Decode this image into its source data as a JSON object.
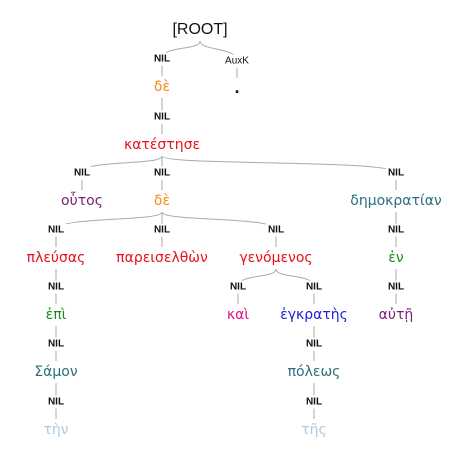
{
  "colors": {
    "edge": "#aaaaaa",
    "root": "#111111",
    "label": "#111111"
  },
  "tree": {
    "root": "[ROOT]",
    "nodes": [
      {
        "id": "de1",
        "word": "δὲ",
        "rel": "NIL",
        "parent": "root",
        "color": "#f28c12"
      },
      {
        "id": "period",
        "word": ".",
        "rel": "AuxK",
        "parent": "root",
        "color": "#111111"
      },
      {
        "id": "katestese",
        "word": "κατέστησε",
        "rel": "NIL",
        "parent": "de1",
        "color": "#e8101a"
      },
      {
        "id": "houtos",
        "word": "οὗτος",
        "rel": "NIL",
        "parent": "katestese",
        "color": "#7a1f78"
      },
      {
        "id": "de2",
        "word": "δὲ",
        "rel": "NIL",
        "parent": "katestese",
        "color": "#f28c12"
      },
      {
        "id": "demokratian",
        "word": "δημοκρατίαν",
        "rel": "NIL",
        "parent": "katestese",
        "color": "#2a6f7c"
      },
      {
        "id": "pleusas",
        "word": "πλεύσας",
        "rel": "NIL",
        "parent": "de2",
        "color": "#e8101a"
      },
      {
        "id": "pareiselthon",
        "word": "παρεισελθὼν",
        "rel": "NIL",
        "parent": "de2",
        "color": "#e8101a"
      },
      {
        "id": "genomenos",
        "word": "γενόμενος",
        "rel": "NIL",
        "parent": "de2",
        "color": "#e8101a"
      },
      {
        "id": "en",
        "word": "ἐν",
        "rel": "NIL",
        "parent": "demokratian",
        "color": "#1f8a1f"
      },
      {
        "id": "epi",
        "word": "ἐπὶ",
        "rel": "NIL",
        "parent": "pleusas",
        "color": "#1f8a1f"
      },
      {
        "id": "kai",
        "word": "καὶ",
        "rel": "NIL",
        "parent": "genomenos",
        "color": "#e6108c"
      },
      {
        "id": "enkrates",
        "word": "ἐγκρατὴς",
        "rel": "NIL",
        "parent": "genomenos",
        "color": "#1f1fd6"
      },
      {
        "id": "aute",
        "word": "αὐτῇ",
        "rel": "NIL",
        "parent": "en",
        "color": "#7a1f78"
      },
      {
        "id": "samon",
        "word": "Σάμον",
        "rel": "NIL",
        "parent": "epi",
        "color": "#2a6f7c"
      },
      {
        "id": "poleos",
        "word": "πόλεως",
        "rel": "NIL",
        "parent": "enkrates",
        "color": "#2a6f7c"
      },
      {
        "id": "ten",
        "word": "τὴν",
        "rel": "NIL",
        "parent": "samon",
        "color": "#a7cbe8"
      },
      {
        "id": "tes",
        "word": "τῆς",
        "rel": "NIL",
        "parent": "poleos",
        "color": "#a7cbe8"
      }
    ]
  }
}
